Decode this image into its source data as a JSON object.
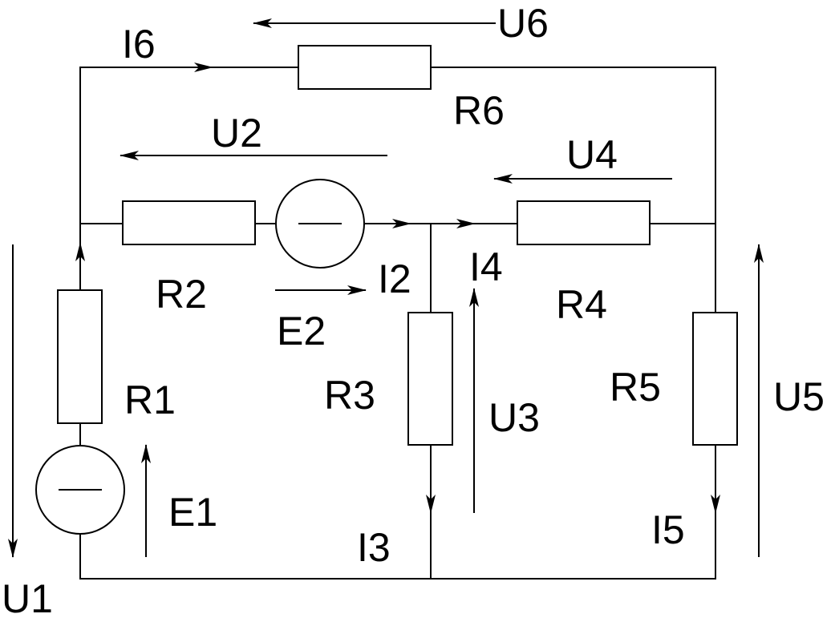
{
  "labels": {
    "I6": "I6",
    "U6": "U6",
    "R6": "R6",
    "U2": "U2",
    "U4": "U4",
    "R2": "R2",
    "E2": "E2",
    "I2": "I2",
    "I4": "I4",
    "R4": "R4",
    "R1": "R1",
    "R3": "R3",
    "U3": "U3",
    "R5": "R5",
    "U5": "U5",
    "E1": "E1",
    "I3": "I3",
    "I5": "I5",
    "U1": "U1"
  }
}
